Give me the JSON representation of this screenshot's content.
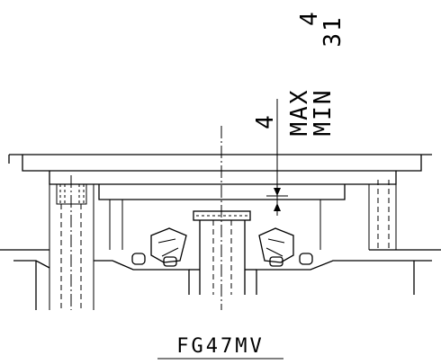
{
  "title": "FG47MV",
  "dimension_labels": {
    "max_value": "4",
    "min_value": "31",
    "value_4": "4",
    "max_label": "MAX",
    "min_label": "MIN"
  }
}
